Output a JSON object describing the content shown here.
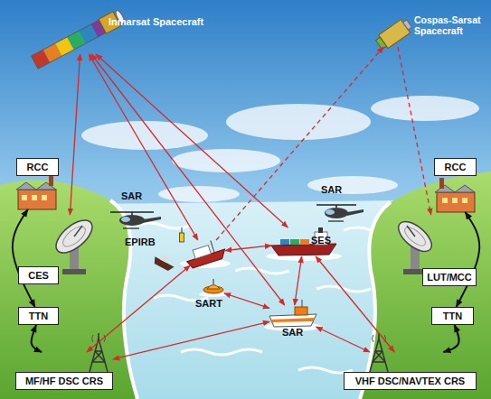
{
  "diagram": {
    "nodes": [
      {
        "text": [
          "Inmarsat Spacecraft"
        ]
      },
      {
        "text": [
          "Cospas-Sarsat Spacecraft"
        ]
      },
      {
        "text": [
          "RCC"
        ]
      },
      {
        "text": [
          "RCC"
        ]
      },
      {
        "text": [
          "SAR"
        ]
      },
      {
        "text": [
          "SAR"
        ]
      },
      {
        "text": [
          "EPIRB"
        ]
      },
      {
        "text": [
          "SES"
        ]
      },
      {
        "text": [
          "CES"
        ]
      },
      {
        "text": [
          "LUT/MCC"
        ]
      },
      {
        "text": [
          "SART"
        ]
      },
      {
        "text": [
          "TTN"
        ]
      },
      {
        "text": [
          "TTN"
        ]
      },
      {
        "text": [
          "SAR"
        ]
      },
      {
        "text": [
          "MF/HF DSC CRS"
        ]
      },
      {
        "text": [
          "VHF DSC/NAVTEX CRS"
        ]
      }
    ],
    "edges": [
      {
        "from": 0,
        "to": 8,
        "arrow": "both"
      },
      {
        "from": 0,
        "to": 6,
        "arrow": "both"
      },
      {
        "from": 0,
        "to": 7,
        "arrow": "both"
      },
      {
        "from": 0,
        "to": 13,
        "arrow": "both"
      },
      {
        "from": 6,
        "to": 1,
        "arrow": "to"
      },
      {
        "from": 1,
        "to": 9,
        "arrow": "to"
      },
      {
        "from": 6,
        "to": 7,
        "arrow": "both"
      },
      {
        "from": 6,
        "to": 14,
        "arrow": "both"
      },
      {
        "from": 7,
        "to": 13,
        "arrow": "both"
      },
      {
        "from": 10,
        "to": 13,
        "arrow": "both"
      },
      {
        "from": 13,
        "to": 14,
        "arrow": "both"
      },
      {
        "from": 13,
        "to": 15,
        "arrow": "both"
      },
      {
        "from": 7,
        "to": 15,
        "arrow": "both"
      },
      {
        "from": 2,
        "to": 11,
        "arrow": "both"
      },
      {
        "from": 11,
        "to": 14,
        "arrow": "both"
      },
      {
        "from": 3,
        "to": 12,
        "arrow": "both"
      },
      {
        "from": 12,
        "to": 15,
        "arrow": "both"
      }
    ]
  }
}
